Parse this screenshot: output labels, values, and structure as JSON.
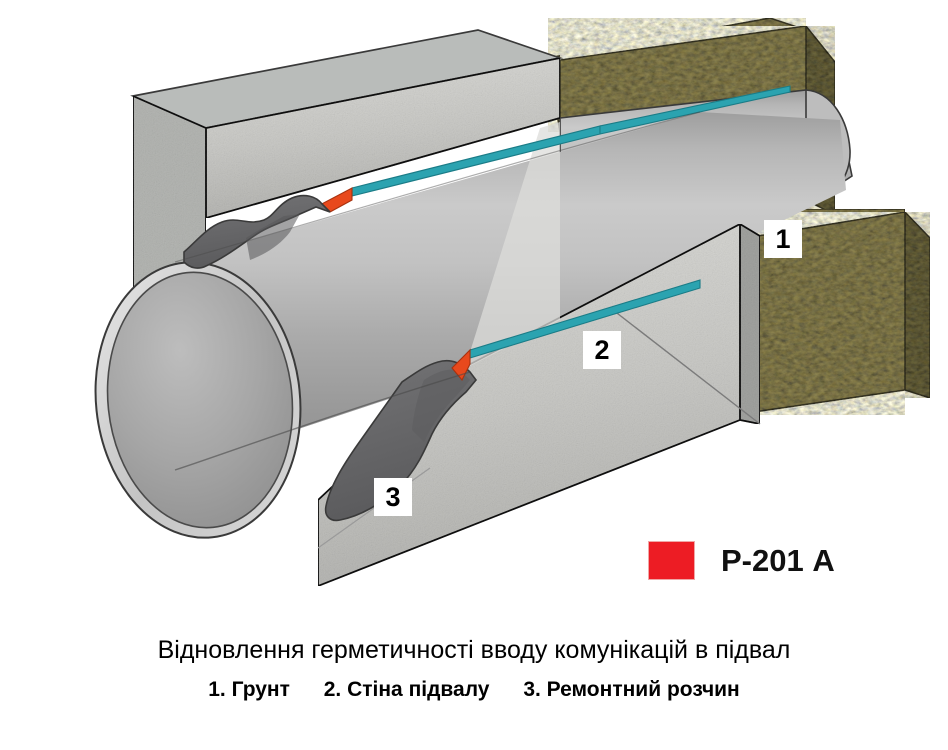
{
  "figure": {
    "title_alt": "Відновлення герметичності вводу комунікацій в підвал",
    "callouts": [
      {
        "id": "1",
        "label": "1",
        "refers_to": "Грунт"
      },
      {
        "id": "2",
        "label": "2",
        "refers_to": "Стіна підвалу"
      },
      {
        "id": "3",
        "label": "3",
        "refers_to": "Ремонтний розчин"
      }
    ],
    "colors": {
      "soil": "#8a8259",
      "soil_dark": "#6f6a48",
      "concrete_face": "#e3e3e1",
      "concrete_top": "#b9bcba",
      "concrete_side": "#d5d6d4",
      "pipe_light": "#c9c9c9",
      "pipe_mid": "#a8a8a8",
      "pipe_dark": "#8f8f8f",
      "mortar": "#6a6a6c",
      "mortar_dark": "#58585a",
      "sealant_teal": "#2ba3b0",
      "sealant_orange": "#e8491c",
      "outline": "#3a3a3a",
      "legend_red": "#ED1C24"
    }
  },
  "legend": {
    "swatch_color": "#ED1C24",
    "label": "Р-201 А"
  },
  "caption": {
    "title": "Відновлення герметичності вводу комунікацій в підвал",
    "items": [
      "1. Грунт",
      "2. Стіна підвалу",
      "3.  Ремонтний розчин"
    ]
  }
}
